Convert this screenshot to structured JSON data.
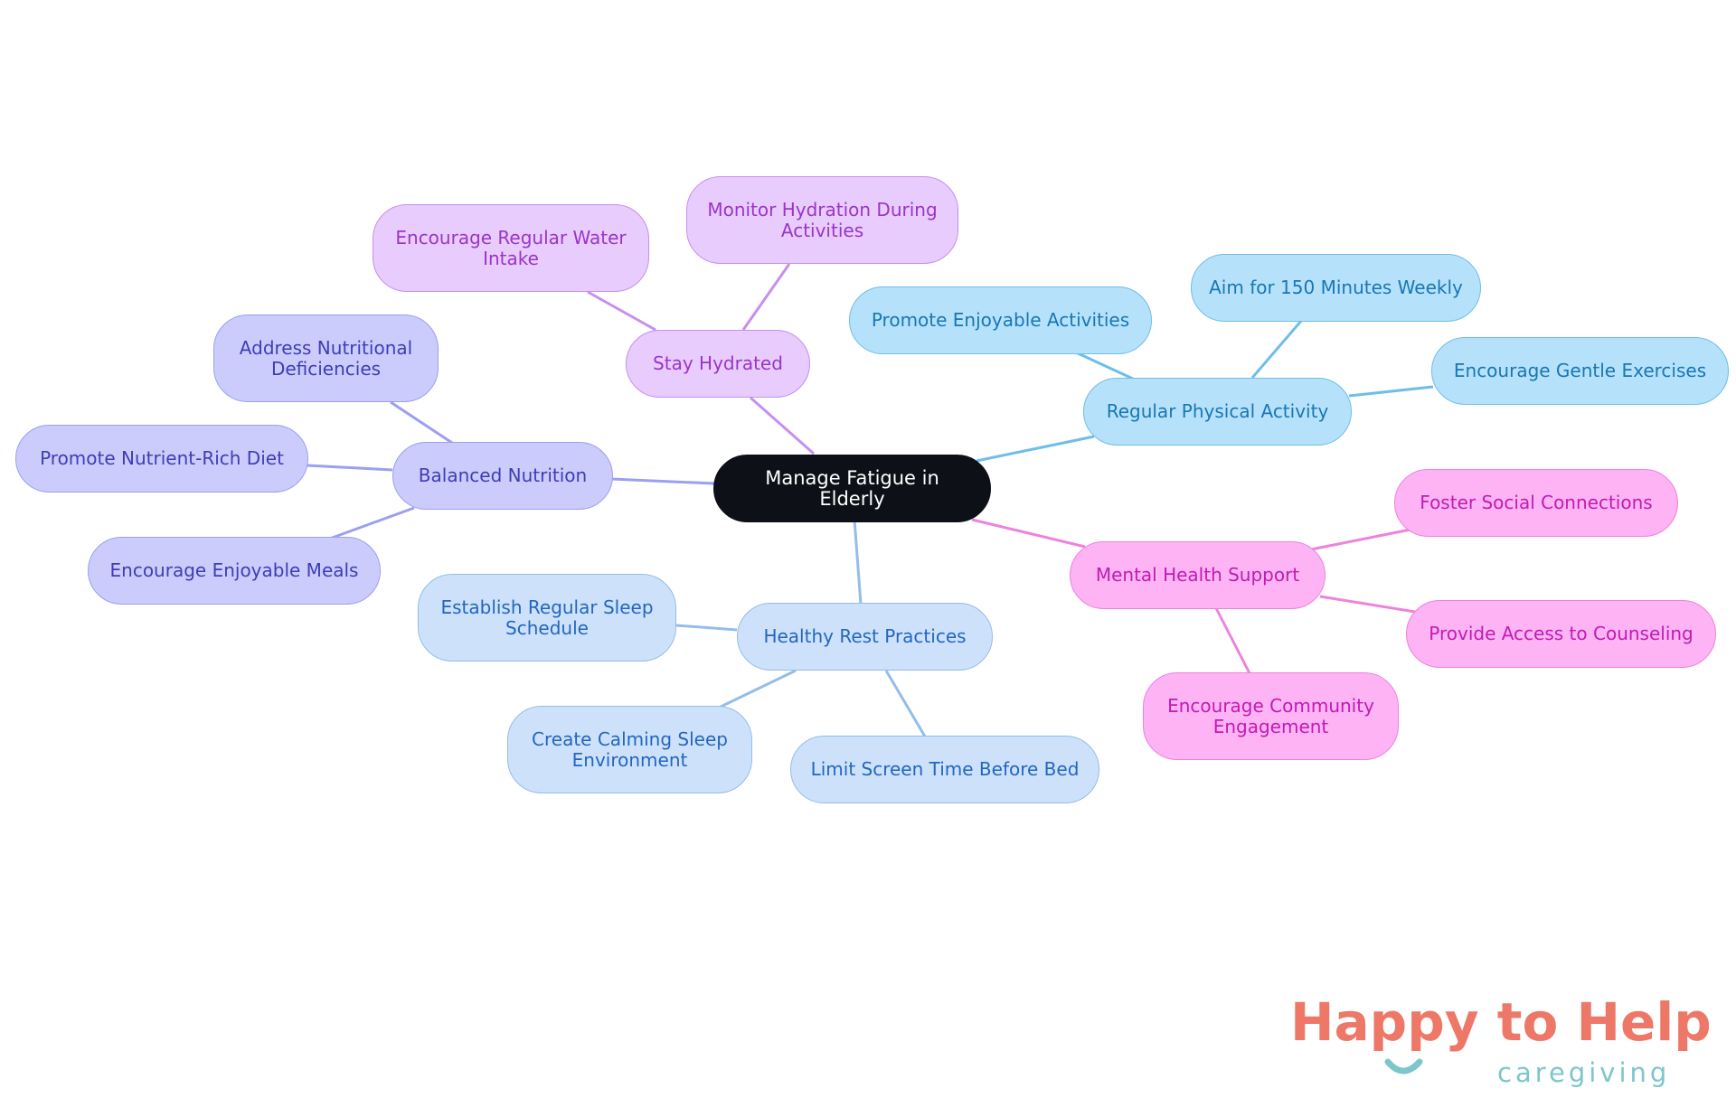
{
  "root": {
    "label": "Manage Fatigue in Elderly"
  },
  "branches": [
    {
      "id": "hydration",
      "label": "Stay Hydrated",
      "color": "#c58ff0",
      "children": [
        "Encourage Regular Water Intake",
        "Monitor Hydration During Activities"
      ]
    },
    {
      "id": "activity",
      "label": "Regular Physical Activity",
      "color": "#6fbde9",
      "children": [
        "Promote Enjoyable Activities",
        "Aim for 150 Minutes Weekly",
        "Encourage Gentle Exercises"
      ]
    },
    {
      "id": "nutrition",
      "label": "Balanced Nutrition",
      "color": "#9c9ff0",
      "children": [
        "Address Nutritional Deficiencies",
        "Promote Nutrient-Rich Diet",
        "Encourage Enjoyable Meals"
      ]
    },
    {
      "id": "rest",
      "label": "Healthy Rest Practices",
      "color": "#93bdea",
      "children": [
        "Establish Regular Sleep Schedule",
        "Create Calming Sleep Environment",
        "Limit Screen Time Before Bed"
      ]
    },
    {
      "id": "mental",
      "label": "Mental Health Support",
      "color": "#ee82dd",
      "children": [
        "Foster Social Connections",
        "Provide Access to Counseling",
        "Encourage Community Engagement"
      ]
    }
  ],
  "logo": {
    "title": "Happy to Help",
    "subtitle": "caregiving"
  }
}
